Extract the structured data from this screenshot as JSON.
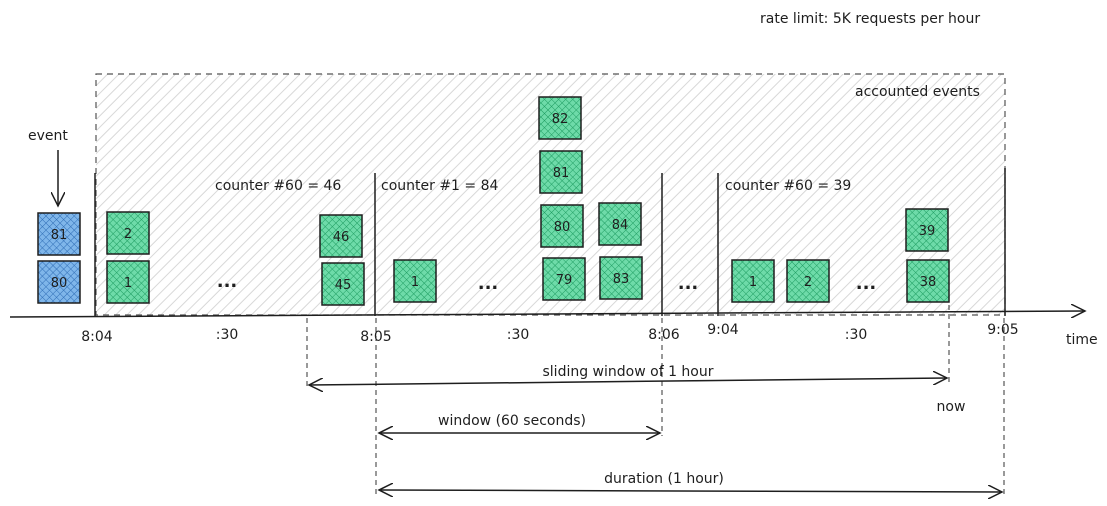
{
  "title": "rate limit: 5K requests per hour",
  "accounted_label": "accounted events",
  "event_label": "event",
  "time_label": "time",
  "incoming_events": [
    "81",
    "80"
  ],
  "counters": [
    {
      "label": "counter #60 = 46",
      "events": [
        "2",
        "1",
        "46",
        "45"
      ],
      "dots": "..."
    },
    {
      "label": "counter #1 = 84",
      "events": [
        "1",
        "82",
        "81",
        "80",
        "79",
        "84",
        "83"
      ],
      "dots": "..."
    },
    {
      "label": "counter #60 = 39",
      "events": [
        "1",
        "2",
        "39",
        "38"
      ],
      "dots": "..."
    }
  ],
  "gap_dots": "...",
  "ticks": [
    "8:04",
    ":30",
    "8:05",
    ":30",
    "8:06",
    "9:04",
    ":30",
    "9:05"
  ],
  "spans": {
    "sliding": "sliding window of 1 hour",
    "now": "now",
    "window": "window (60 seconds)",
    "duration": "duration (1 hour)"
  },
  "colors": {
    "event_green": "#3ecf8e",
    "event_blue": "#4a90d9",
    "stroke": "#1e1e1e",
    "hatch": "#d4d4d4"
  }
}
